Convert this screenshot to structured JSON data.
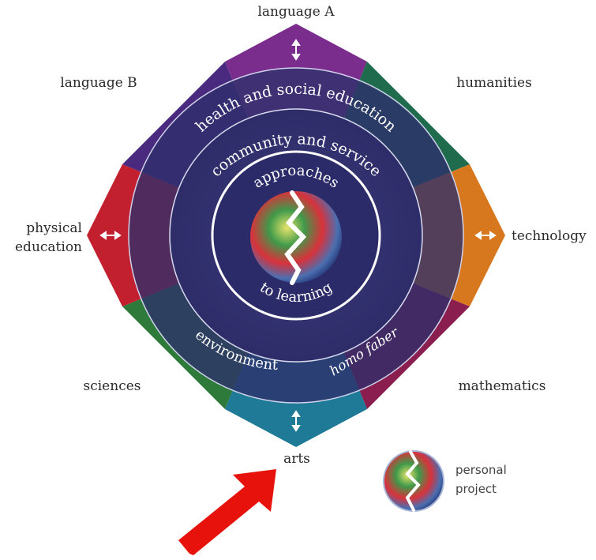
{
  "subjects": {
    "top": "language A",
    "top_right": "humanities",
    "right": "technology",
    "bottom_right": "mathematics",
    "bottom": "arts",
    "bottom_left": "sciences",
    "left": [
      "physical",
      "education"
    ],
    "top_left": "language B"
  },
  "rings": {
    "outer": "health and social education",
    "second": "community and service",
    "inner_top": "approaches",
    "inner_bottom": "to learning",
    "lower_left": "environment",
    "lower_right": "homo faber"
  },
  "legend": {
    "line1": "personal",
    "line2": "project"
  },
  "colors": {
    "purple": "#7b2d8e",
    "navy": "#2e2f6b",
    "green_humanities": "#1f6b4d",
    "orange_technology": "#d8781e",
    "magenta_mathematics": "#8a1f4f",
    "teal_arts": "#1f7a98",
    "green_sciences": "#2e7a3a",
    "red_pe": "#c21f2f",
    "arrow_red": "#e8120c"
  }
}
